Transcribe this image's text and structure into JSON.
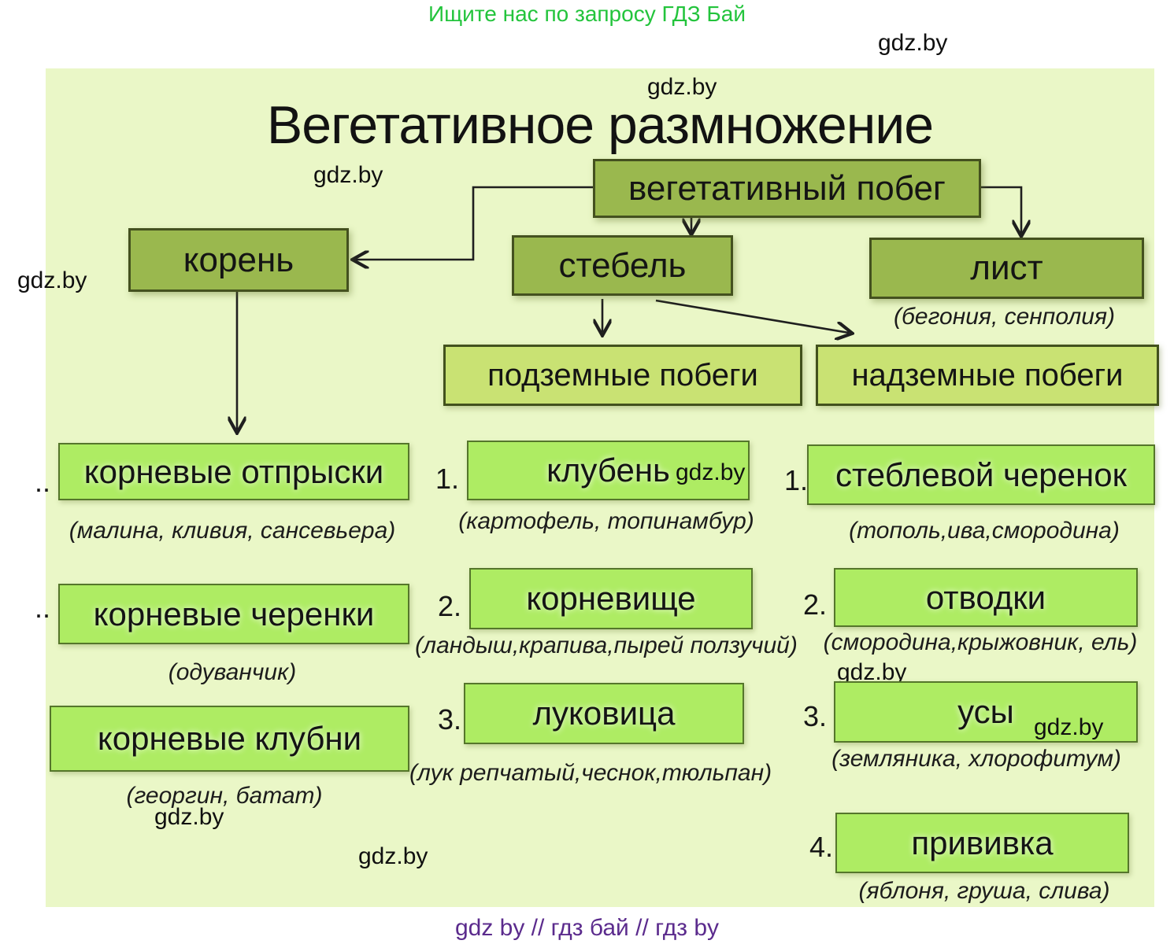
{
  "header": {
    "promo": "Ищите нас по запросу ГДЗ Бай"
  },
  "watermark": "gdz.by",
  "title": "Вегетативное размножение",
  "root_node": {
    "label": "вегетативный побег"
  },
  "branches": {
    "koren": {
      "label": "корень"
    },
    "stebel": {
      "label": "стебель"
    },
    "list": {
      "label": "лист",
      "examples": "(бегония, сенполия)"
    }
  },
  "subgroups": {
    "underground": {
      "label": "подземные побеги"
    },
    "aboveground": {
      "label": "надземные побеги"
    }
  },
  "columns": {
    "root_items": [
      {
        "marker": "..",
        "label": "корневые отпрыски",
        "examples": "(малина, кливия, сансевьера)"
      },
      {
        "marker": "..",
        "label": "корневые черенки",
        "examples": "(одуванчик)"
      },
      {
        "marker": "",
        "label": "корневые клубни",
        "examples": "(георгин, батат)"
      }
    ],
    "underground_items": [
      {
        "marker": "1.",
        "label": "клубень",
        "examples": "(картофель, топинамбур)"
      },
      {
        "marker": "2.",
        "label": "корневище",
        "examples": "(ландыш,крапива,пырей ползучий)"
      },
      {
        "marker": "3.",
        "label": "луковица",
        "examples": "(лук репчатый,чеснок,тюльпан)"
      }
    ],
    "aboveground_items": [
      {
        "marker": "1.",
        "label": "стеблевой черенок",
        "examples": "(тополь,ива,смородина)"
      },
      {
        "marker": "2.",
        "label": "отводки",
        "examples": "(смородина,крыжовник, ель)"
      },
      {
        "marker": "3.",
        "label": "усы",
        "examples": "(земляника, хлорофитум)"
      },
      {
        "marker": "4.",
        "label": "прививка",
        "examples": "(яблоня, груша, слива)"
      }
    ]
  },
  "footer": {
    "text": "gdz by  //  гдз бай  //  гдз by"
  },
  "colors": {
    "diagram_background": "#eaf7c7",
    "olive_box": "#9ab84e",
    "medium_box": "#c9e273",
    "bright_box": "#aeec63",
    "promo_green": "#23c43c",
    "footer_purple": "#5b2b8d",
    "arrow": "#1f1f1f"
  }
}
